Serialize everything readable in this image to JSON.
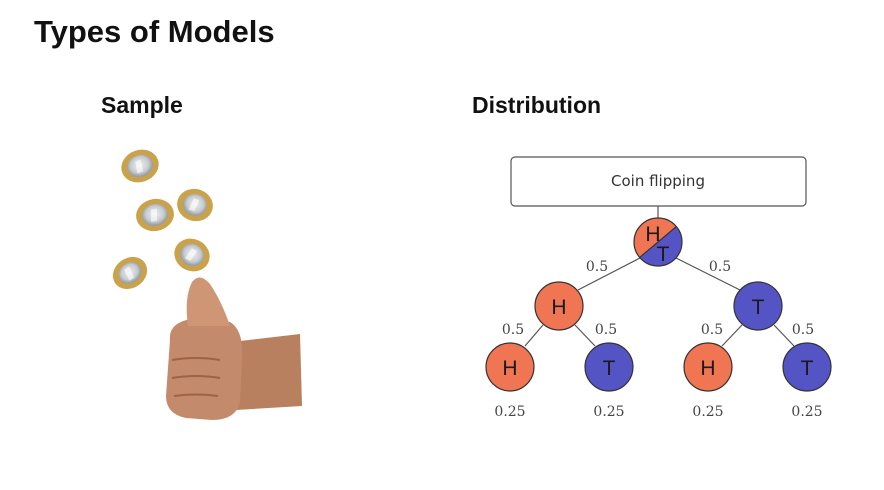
{
  "title": "Types of Models",
  "columns": {
    "sample": {
      "heading": "Sample"
    },
    "distribution": {
      "heading": "Distribution"
    }
  },
  "colors": {
    "heads": "#f07552",
    "tails": "#5554c4",
    "coin_rim": "#c9a24a",
    "coin_center": "#d9dde0",
    "skin": "#c48a6c"
  },
  "icons": [
    "flying-coin-icon",
    "thumb-hand-icon"
  ],
  "tree": {
    "box_label": "Coin flipping",
    "root": {
      "top_letter": "H",
      "bottom_letter": "T"
    },
    "level1": [
      {
        "letter": "H",
        "edge_prob": "0.5"
      },
      {
        "letter": "T",
        "edge_prob": "0.5"
      }
    ],
    "level2": [
      {
        "letter": "H",
        "edge_prob": "0.5",
        "leaf_prob": "0.25"
      },
      {
        "letter": "T",
        "edge_prob": "0.5",
        "leaf_prob": "0.25"
      },
      {
        "letter": "H",
        "edge_prob": "0.5",
        "leaf_prob": "0.25"
      },
      {
        "letter": "T",
        "edge_prob": "0.5",
        "leaf_prob": "0.25"
      }
    ]
  }
}
